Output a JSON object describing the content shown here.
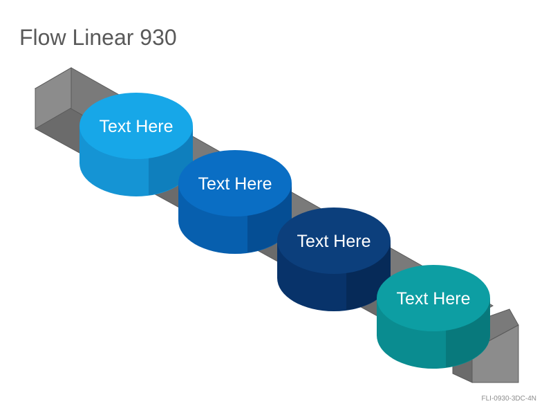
{
  "title": "Flow Linear 930",
  "footer_code": "FLI-0930-3DC-4N",
  "arrow": {
    "top_color": "#7a7a7a",
    "side_color": "#6b6b6b",
    "front_color": "#8c8c8c",
    "edge_color": "#5a5a5a"
  },
  "steps": [
    {
      "label": "Text Here",
      "top_color": "#17a7e8",
      "side_color": "#1594d4",
      "shade_color": "#0f7fbd"
    },
    {
      "label": "Text Here",
      "top_color": "#0a6ec4",
      "side_color": "#075fae",
      "shade_color": "#054e94"
    },
    {
      "label": "Text Here",
      "top_color": "#0c3f7c",
      "side_color": "#08336a",
      "shade_color": "#062a58"
    },
    {
      "label": "Text Here",
      "top_color": "#0d9ea3",
      "side_color": "#0a8c90",
      "shade_color": "#08797c"
    }
  ]
}
